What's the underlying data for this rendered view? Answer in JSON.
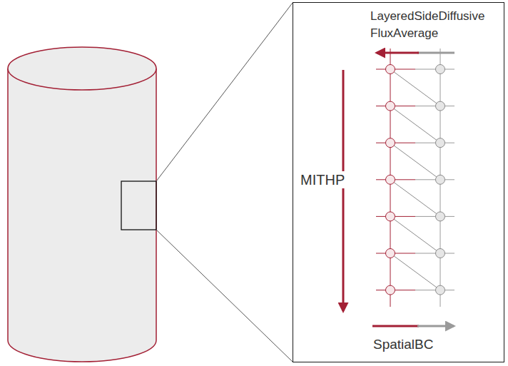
{
  "diagram": {
    "nodes": [
      {
        "text": [
          "LayeredSideDiffusive FluxAverage",
          "MITHP",
          "SpatialBC"
        ]
      }
    ]
  }
}
